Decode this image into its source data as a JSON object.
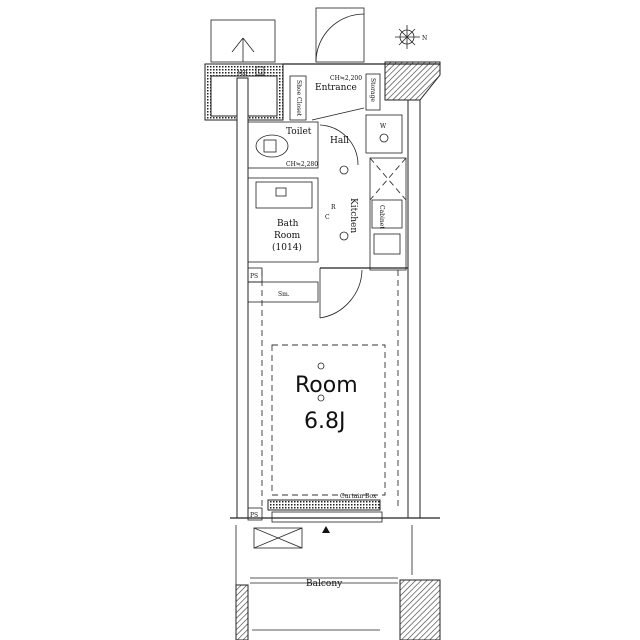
{
  "plan": {
    "labels": {
      "mb": "MB",
      "g": "G",
      "shoe_closet": "Shoe Closet",
      "entrance": "Entrance",
      "ch_entrance": "CH≒2,200",
      "storage": "Storage",
      "toilet": "Toilet",
      "hall": "Hall",
      "w": "W",
      "ch_toilet": "CH≒2,280",
      "cabinet": "Cabinet",
      "kitchen": "Kitchen",
      "bath_room": "Bath",
      "bath_room2": "Room",
      "bath_size": "(1014)",
      "r": "R",
      "c": "C",
      "ps": "PS",
      "ps2": "PS",
      "storage_small": "Sm.",
      "room": "Room",
      "room_size": "6.8J",
      "curtain_box": "Curtain Box",
      "balcony": "Balcony",
      "compass_n": "N"
    }
  }
}
